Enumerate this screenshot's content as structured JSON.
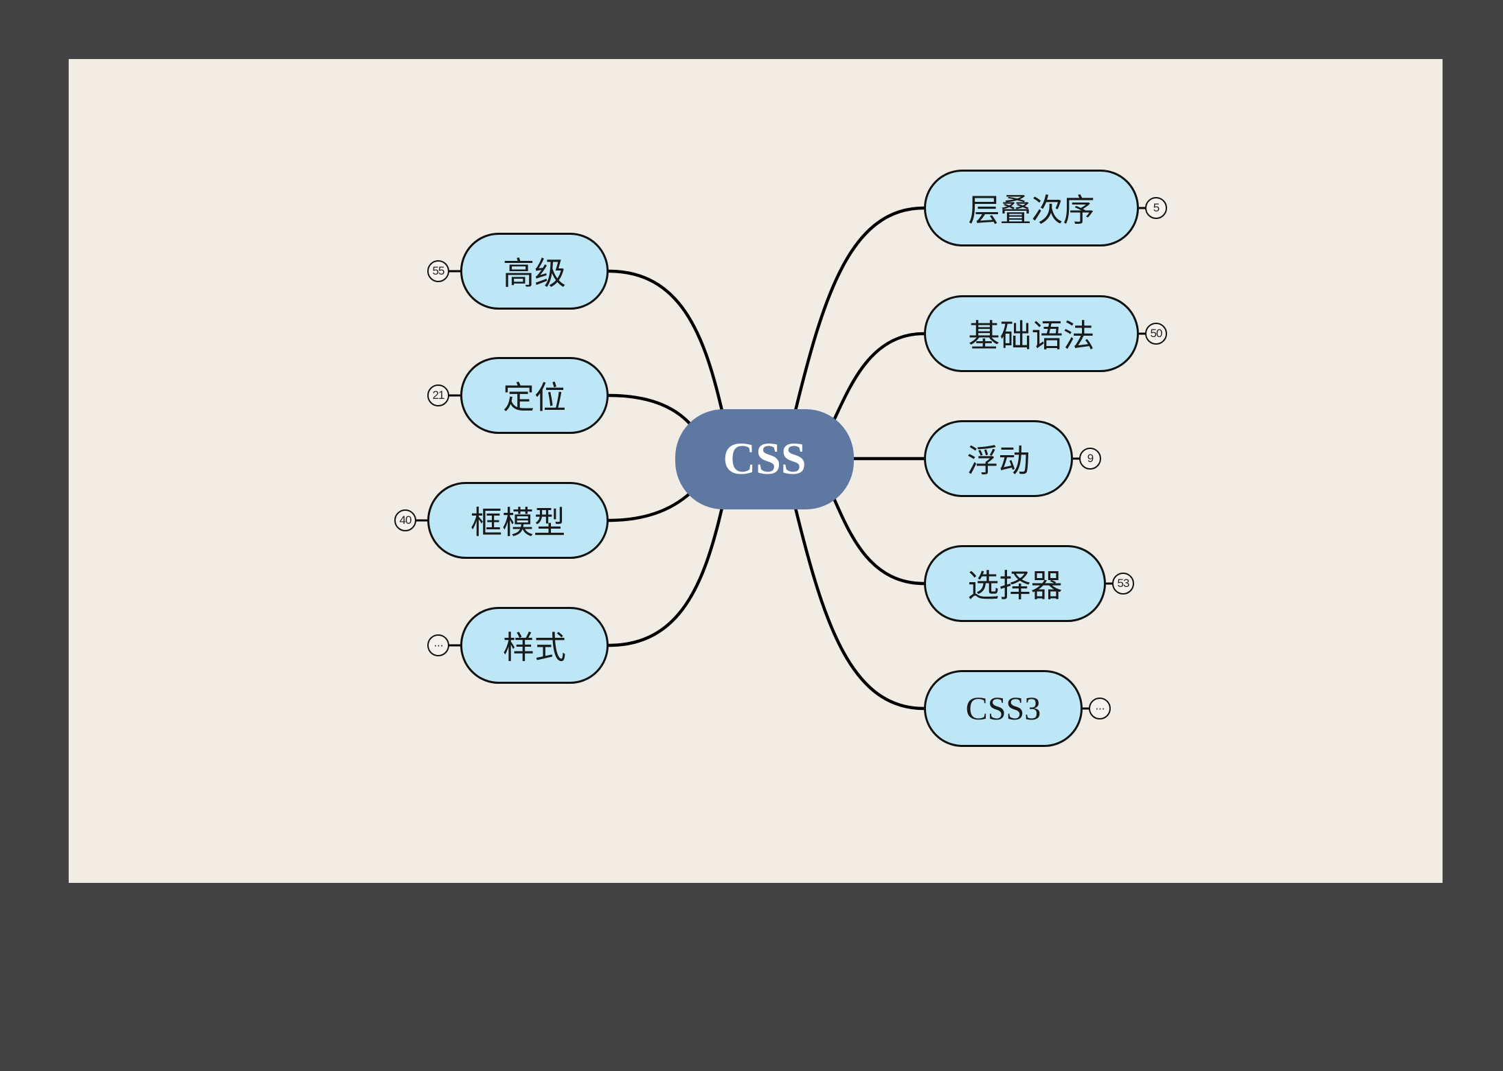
{
  "mindmap": {
    "root": {
      "label": "CSS",
      "color": "#5f78a1",
      "text_color": "#ffffff"
    },
    "node_fill": "#bde7f6",
    "canvas_color": "#f1ece4",
    "background_color": "#434343",
    "branches": [
      {
        "label": "高级",
        "side": "left",
        "collapsed_count": "55"
      },
      {
        "label": "定位",
        "side": "left",
        "collapsed_count": "21"
      },
      {
        "label": "框模型",
        "side": "left",
        "collapsed_count": "40"
      },
      {
        "label": "样式",
        "side": "left",
        "collapsed_count": "···"
      },
      {
        "label": "层叠次序",
        "side": "right",
        "collapsed_count": "5"
      },
      {
        "label": "基础语法",
        "side": "right",
        "collapsed_count": "50"
      },
      {
        "label": "浮动",
        "side": "right",
        "collapsed_count": "9"
      },
      {
        "label": "选择器",
        "side": "right",
        "collapsed_count": "53"
      },
      {
        "label": "CSS3",
        "side": "right",
        "collapsed_count": "···"
      }
    ]
  }
}
